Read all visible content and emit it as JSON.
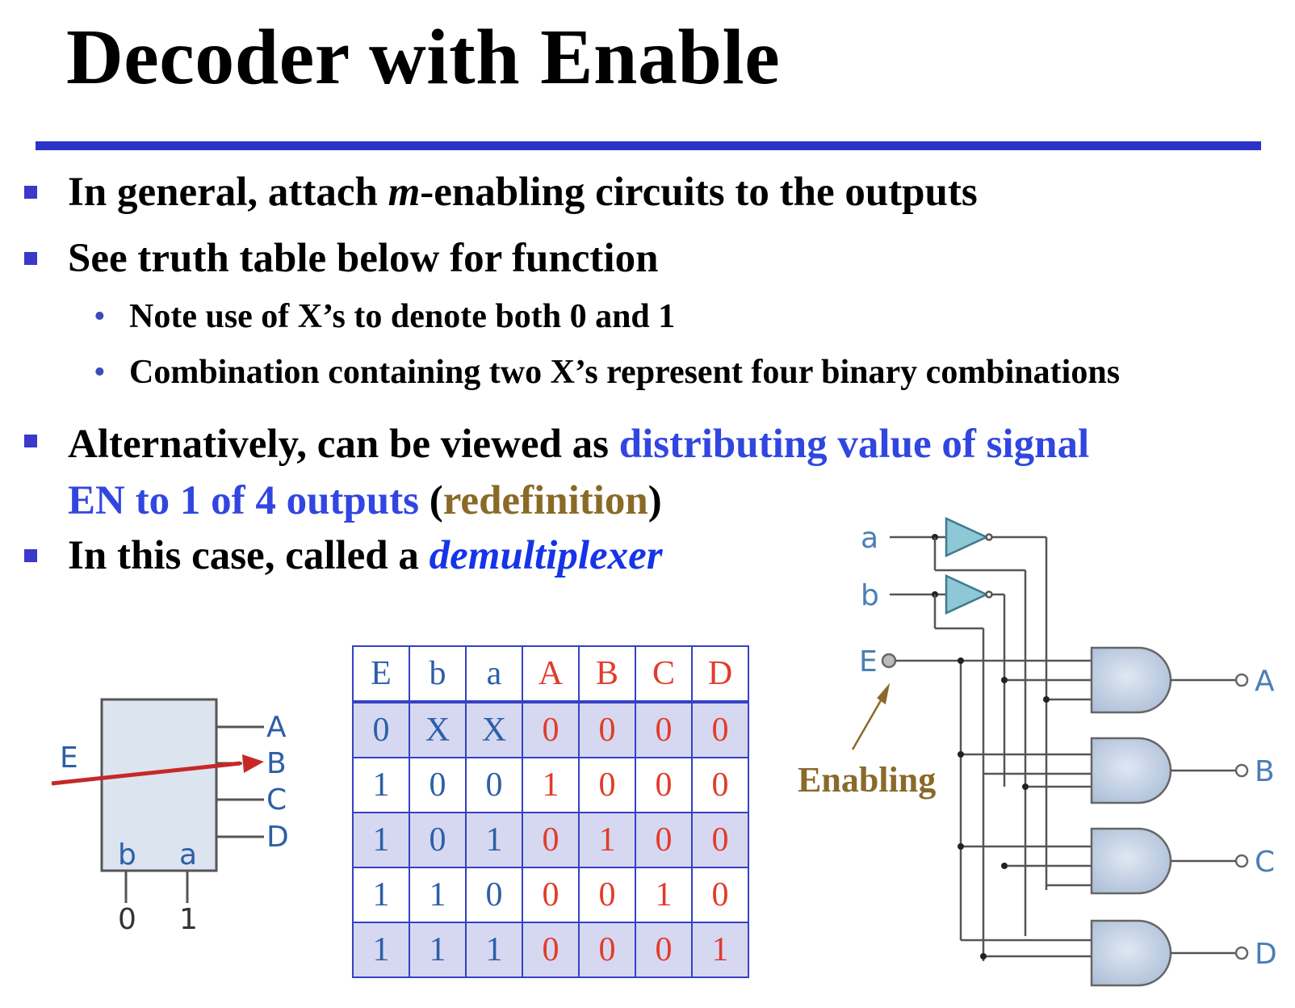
{
  "title": "Decoder with Enable",
  "bullets": {
    "b1": {
      "pre": "In general, attach ",
      "m": "m",
      "post": "-enabling circuits to the outputs"
    },
    "b2": "See truth table below for function",
    "sub1": "Note use of X’s to denote both 0 and 1",
    "sub2": "Combination containing two X’s represent four binary combinations",
    "b3": {
      "pre": "Alternatively, can be viewed as ",
      "hl1": "distributing value of signal",
      "hl2": "EN to 1 of 4 outputs",
      "paren_open": " (",
      "redef": "redefinition",
      "paren_close": ")"
    },
    "b4": {
      "pre": "In this case, called a ",
      "term": "demultiplexer"
    }
  },
  "truth_table": {
    "headers": [
      "E",
      "b",
      "a",
      "A",
      "B",
      "C",
      "D"
    ],
    "rows": [
      [
        "0",
        "X",
        "X",
        "0",
        "0",
        "0",
        "0"
      ],
      [
        "1",
        "0",
        "0",
        "1",
        "0",
        "0",
        "0"
      ],
      [
        "1",
        "0",
        "1",
        "0",
        "1",
        "0",
        "0"
      ],
      [
        "1",
        "1",
        "0",
        "0",
        "0",
        "1",
        "0"
      ],
      [
        "1",
        "1",
        "1",
        "0",
        "0",
        "0",
        "1"
      ]
    ]
  },
  "block_symbol": {
    "input": "E",
    "outputs": [
      "A",
      "B",
      "C",
      "D"
    ],
    "selects": [
      "b",
      "a"
    ],
    "select_values": [
      "0",
      "1"
    ]
  },
  "circuit": {
    "inputs": [
      "a",
      "b",
      "E"
    ],
    "outputs": [
      "A",
      "B",
      "C",
      "D"
    ],
    "annotation": "Enabling"
  },
  "colors": {
    "rule": "#2b33c8",
    "highlight": "#3146e0",
    "redefinition": "#8a6a28",
    "demux": "#1534e8",
    "table_in": "#2d5fa8",
    "table_out": "#e23b2a",
    "gate": "#8ec7d6",
    "and_gate": "#b8c7dc",
    "arrow": "#c62828"
  }
}
